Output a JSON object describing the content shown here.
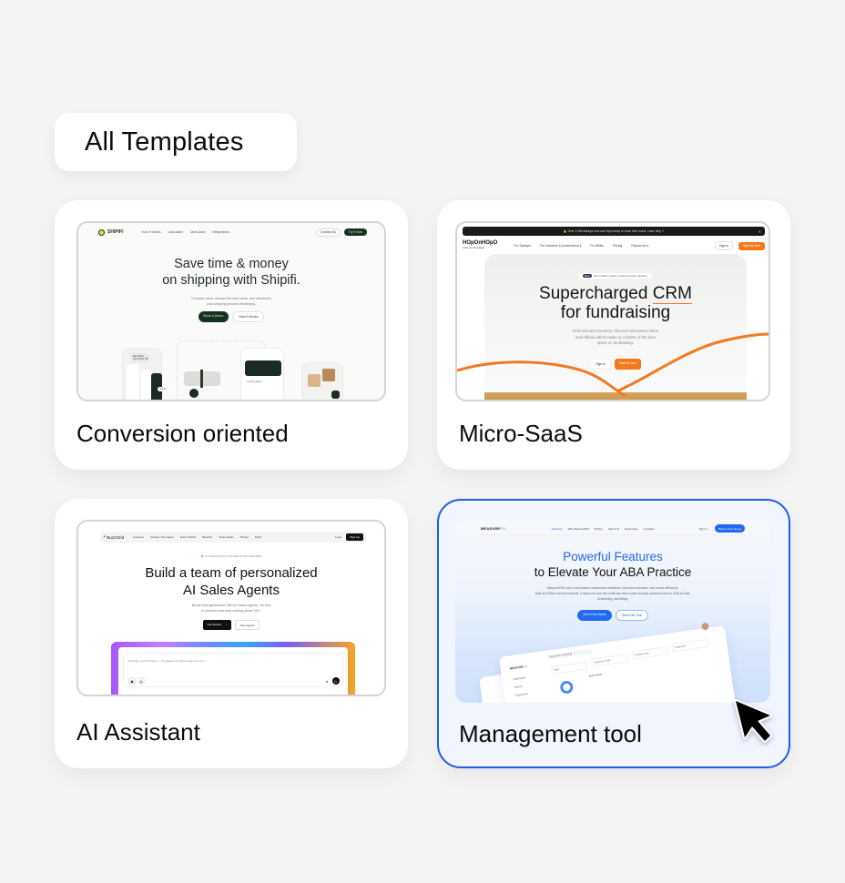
{
  "header": {
    "title": "All Templates"
  },
  "colors": {
    "background": "#f4f4f4",
    "card": "#ffffff",
    "selected_border": "#1f5ee6",
    "selected_bg": "#f1f5ff"
  },
  "cards": [
    {
      "label": "Conversion oriented",
      "selected": false,
      "preview": {
        "brand": "SHIPIFI",
        "nav": [
          "How it Works",
          "Calculator",
          "UseCases",
          "Integrations"
        ],
        "nav_right": {
          "secondary": "Contact Us",
          "primary": "Try it Now"
        },
        "headline_1": "Save time & money",
        "headline_2": "on shipping with Shipifi.",
        "subtext_1": "Compare rates, choose the best carrier, and streamline",
        "subtext_2": "your shipping process effortlessly.",
        "cta_primary": "Book a Demo",
        "cta_secondary": "How it Works",
        "badge_title": "Best Price",
        "badge_sub": "Up to 40% Off",
        "carrier_tag": "Shopify",
        "tracking_title": "Tracking Status",
        "accent": "#15302a",
        "accent_2": "#d9ff5b"
      }
    },
    {
      "label": "Micro-SaaS",
      "selected": false,
      "preview": {
        "banner": "🔥 Over 1,000 startups now use HopOnHop to close their round.  Learn why ↗",
        "banner_close": "✕",
        "brand": "HOpOnHOpO",
        "brand_tagline": "smart crm for startups",
        "nav": [
          "For Startups",
          "For Investors & Accelerators ▾",
          "For BBNs",
          "Pricing",
          "Resources ▾"
        ],
        "nav_right": {
          "secondary": "Sign in",
          "primary": "Start for free"
        },
        "pill_tag": "New",
        "pill_text": "From Notion chaos to clear investor pipeline ›",
        "headline_1a": "Supercharged ",
        "headline_1b": "CRM",
        "headline_2": "for fundraising",
        "subtext_1": "Find relevant investors, discover best warm intros",
        "subtext_2": "and offload admin tasks to cut 80% of the time",
        "subtext_3": "spent on fundraising.",
        "cta_secondary": "Sign in",
        "cta_primary": "Start for free",
        "accent": "#f5781f"
      }
    },
    {
      "label": "AI Assistant",
      "selected": false,
      "preview": {
        "brand": "BuzzGrid",
        "nav": [
          "Features",
          "Choose Your Agent",
          "How it Works",
          "Benefits",
          "Testimonials",
          "Pricing",
          "FAQs"
        ],
        "nav_right": {
          "secondary": "Login",
          "primary": "Sign Up"
        },
        "eyebrow": "AI AGENTS FOR COACHES & INFLUENCERS",
        "headline_1": "Build a team of personalized",
        "headline_2": "AI Sales Agents",
        "subtext_1": "Boost lead generation with AI Sales Agents. Go live",
        "subtext_2": "in minutes and start closing deals 24/7.",
        "cta_primary": "Get Started",
        "cta_primary_arrow": "›",
        "cta_secondary": "See Agents",
        "input_placeholder": "Describe your business — I'll suggest the right AI agent for you.",
        "accent": "#111111"
      }
    },
    {
      "label": "Management tool",
      "selected": true,
      "preview": {
        "brand": "MEASURE",
        "brand_suffix": "PM",
        "nav": [
          "Features",
          "Why MeasurePM",
          "Pricing",
          "About Us",
          "Resources",
          "Contacts"
        ],
        "nav_active": "Features",
        "nav_right": {
          "secondary": "Sign in",
          "primary": "Book a Free Demo"
        },
        "headline_1": "Powerful Features",
        "headline_2": "to Elevate Your ABA Practice",
        "subtext_1": "MeasurePM's all-in-one platform streamlines workflows, improves outcomes, and boosts efficiency.",
        "subtext_2": "Built by BCBAs and tech experts, it helps mid-size and multi-site clinics scale through powerful tools for Clinical Data,",
        "subtext_3": "Scheduling, and Billing.",
        "cta_primary": "Get a Free Demo",
        "cta_secondary": "Start Free Trial",
        "app_search": "Search for something",
        "app_sidebar": [
          "Dashboard",
          "Clients",
          "Employees"
        ],
        "app_filters": [
          "Date",
          "Employee Type",
          "Funding Type",
          "Employee"
        ],
        "app_card_title": "Body Status",
        "accent": "#1f6af0"
      }
    }
  ],
  "cursor": {
    "icon": "arrow-cursor"
  }
}
